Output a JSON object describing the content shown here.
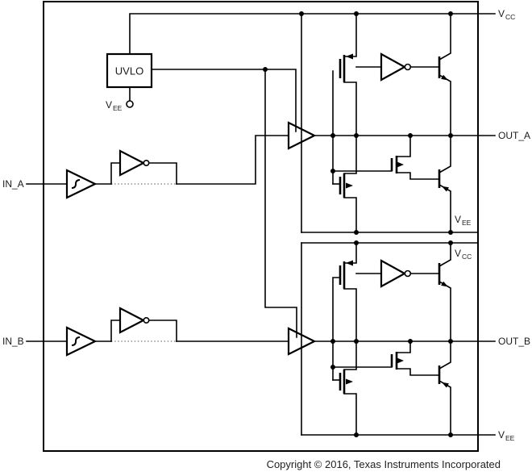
{
  "diagram": {
    "title_semantic": "dual-channel gate driver functional block diagram",
    "labels": {
      "in_a": "IN_A",
      "in_b": "IN_B",
      "out_a": "OUT_A",
      "out_b": "OUT_B",
      "uvlo": "UVLO",
      "v": "V",
      "cc": "CC",
      "ee": "EE"
    },
    "icons": {
      "schmitt": "schmitt-trigger-buffer-icon",
      "input_inverter": "inverting-buffer-icon",
      "predriver": "non-inverting-buffer-icon",
      "pmos": "p-channel-mosfet-icon",
      "nmos": "n-channel-mosfet-icon",
      "npn": "npn-transistor-icon",
      "pnp": "pnp-transistor-icon",
      "open_terminal": "open-circle-terminal-icon"
    },
    "colors": {
      "ink": "#000000",
      "background": "#ffffff",
      "dotted_wire": "#777777"
    },
    "footer": {
      "copyright": "Copyright © 2016, Texas Instruments Incorporated"
    }
  }
}
